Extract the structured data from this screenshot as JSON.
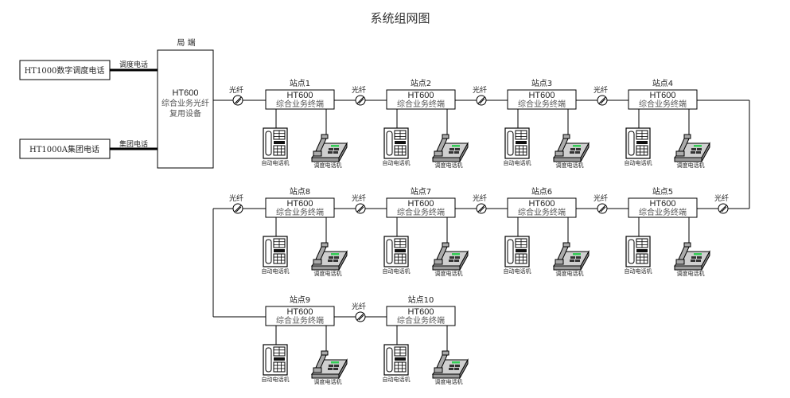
{
  "title": "系统组网图",
  "central_office": {
    "caption": "局 端",
    "lines": [
      "HT600",
      "综合业务光纤",
      "复用设备"
    ]
  },
  "terminals": [
    {
      "id": "ht1000",
      "label": "HT1000数字调度电话",
      "link_label": "调度电话"
    },
    {
      "id": "ht1000a",
      "label": "HT1000A集团电话",
      "link_label": "集团电话"
    }
  ],
  "fiber_label": "光纤",
  "station_box": {
    "line1": "HT600",
    "line2": "综合业务终端"
  },
  "phones": {
    "auto": "自动电话机",
    "dispatch": "调度电话机"
  },
  "stations": [
    {
      "name": "站点1"
    },
    {
      "name": "站点2"
    },
    {
      "name": "站点3"
    },
    {
      "name": "站点4"
    },
    {
      "name": "站点5"
    },
    {
      "name": "站点6"
    },
    {
      "name": "站点7"
    },
    {
      "name": "站点8"
    },
    {
      "name": "站点9"
    },
    {
      "name": "站点10"
    }
  ],
  "colors": {
    "screen_green": "#33cc55",
    "phone_body": "#cfcfcf",
    "line": "#000000"
  }
}
